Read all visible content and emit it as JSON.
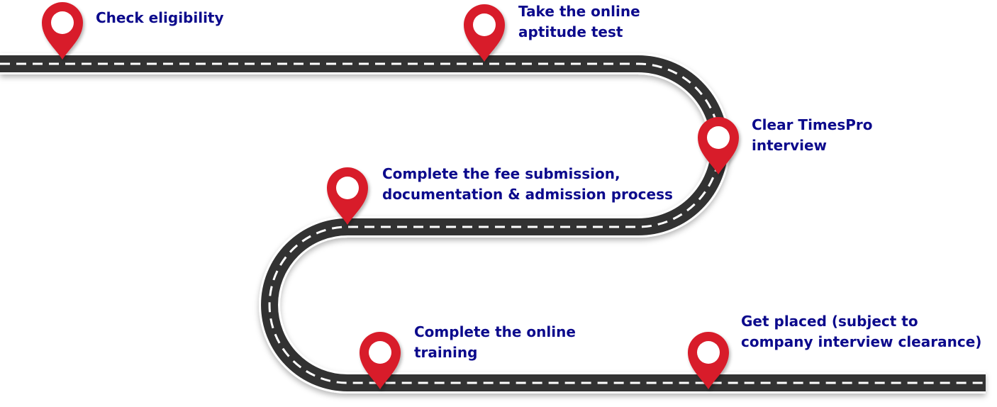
{
  "colors": {
    "road": "#323232",
    "road_edge": "#ffffff",
    "lane_marking": "#ffffff",
    "pin": "#d81f2a",
    "pin_hole": "#ffffff",
    "text": "#0c0a8c"
  },
  "icons": {
    "marker": "location-pin-icon"
  },
  "steps": [
    {
      "lines": [
        "Check eligibility"
      ]
    },
    {
      "lines": [
        "Take the online",
        "aptitude test"
      ]
    },
    {
      "lines": [
        "Clear TimesPro",
        "interview"
      ]
    },
    {
      "lines": [
        "Complete the fee submission,",
        "documentation & admission process"
      ]
    },
    {
      "lines": [
        "Complete the online",
        "training"
      ]
    },
    {
      "lines": [
        "Get placed (subject to",
        "company interview clearance)"
      ]
    }
  ]
}
